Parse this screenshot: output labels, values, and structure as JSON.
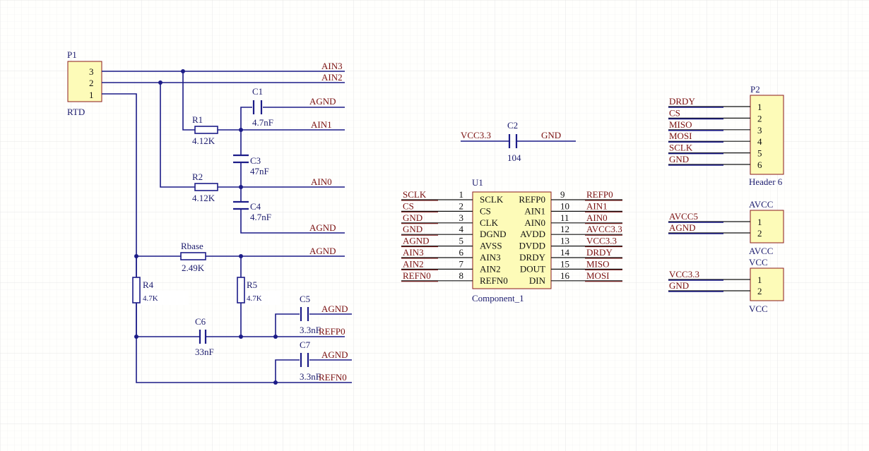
{
  "components": {
    "P1": {
      "designator": "P1",
      "value": "RTD",
      "pins": [
        "3",
        "2",
        "1"
      ]
    },
    "P2": {
      "designator": "P2",
      "value": "Header 6",
      "pins": [
        "1",
        "2",
        "3",
        "4",
        "5",
        "6"
      ],
      "nets": [
        "DRDY",
        "CS",
        "MISO",
        "MOSI",
        "SCLK",
        "GND"
      ]
    },
    "AVCC": {
      "designator": "AVCC",
      "value": "AVCC",
      "pins": [
        "1",
        "2"
      ],
      "nets": [
        "AVCC5",
        "AGND"
      ]
    },
    "VCC": {
      "designator": "VCC",
      "value": "VCC",
      "pins": [
        "1",
        "2"
      ],
      "nets": [
        "VCC3.3",
        "GND"
      ]
    },
    "R1": {
      "designator": "R1",
      "value": "4.12K"
    },
    "R2": {
      "designator": "R2",
      "value": "4.12K"
    },
    "R4": {
      "designator": "R4",
      "value": "4.7K"
    },
    "R5": {
      "designator": "R5",
      "value": "4.7K"
    },
    "Rbase": {
      "designator": "Rbase",
      "value": "2.49K"
    },
    "C1": {
      "designator": "C1",
      "value": "4.7nF"
    },
    "C2": {
      "designator": "C2",
      "value": "104"
    },
    "C3": {
      "designator": "C3",
      "value": "47nF"
    },
    "C4": {
      "designator": "C4",
      "value": "4.7nF"
    },
    "C5": {
      "designator": "C5",
      "value": "3.3nF"
    },
    "C6": {
      "designator": "C6",
      "value": "33nF"
    },
    "C7": {
      "designator": "C7",
      "value": "3.3nF"
    },
    "U1": {
      "designator": "U1",
      "value": "Component_1",
      "left_pins": [
        {
          "num": "1",
          "name": "SCLK",
          "net": "SCLK"
        },
        {
          "num": "2",
          "name": "CS",
          "net": "CS"
        },
        {
          "num": "3",
          "name": "CLK",
          "net": "GND"
        },
        {
          "num": "4",
          "name": "DGND",
          "net": "GND"
        },
        {
          "num": "5",
          "name": "AVSS",
          "net": "AGND"
        },
        {
          "num": "6",
          "name": "AIN3",
          "net": "AIN3"
        },
        {
          "num": "7",
          "name": "AIN2",
          "net": "AIN2"
        },
        {
          "num": "8",
          "name": "REFN0",
          "net": "REFN0"
        }
      ],
      "right_pins": [
        {
          "num": "9",
          "name": "REFP0",
          "net": "REFP0"
        },
        {
          "num": "10",
          "name": "AIN1",
          "net": "AIN1"
        },
        {
          "num": "11",
          "name": "AIN0",
          "net": "AIN0"
        },
        {
          "num": "12",
          "name": "AVDD",
          "net": "AVCC3.3"
        },
        {
          "num": "13",
          "name": "DVDD",
          "net": "VCC3.3"
        },
        {
          "num": "14",
          "name": "DRDY",
          "net": "DRDY"
        },
        {
          "num": "15",
          "name": "DOUT",
          "net": "MISO"
        },
        {
          "num": "16",
          "name": "DIN",
          "net": "MOSI"
        }
      ]
    }
  },
  "nets": {
    "ain3": "AIN3",
    "ain2": "AIN2",
    "ain1": "AIN1",
    "ain0": "AIN0",
    "agnd": "AGND",
    "refp0": "REFP0",
    "refn0": "REFN0",
    "vcc33": "VCC3.3",
    "gnd": "GND"
  },
  "colors": {
    "wire": "#1c1c88",
    "net_label": "#7a1010",
    "component_fill": "#fdfbb8",
    "component_border": "#8a1a1a",
    "grid": "#ececec"
  }
}
